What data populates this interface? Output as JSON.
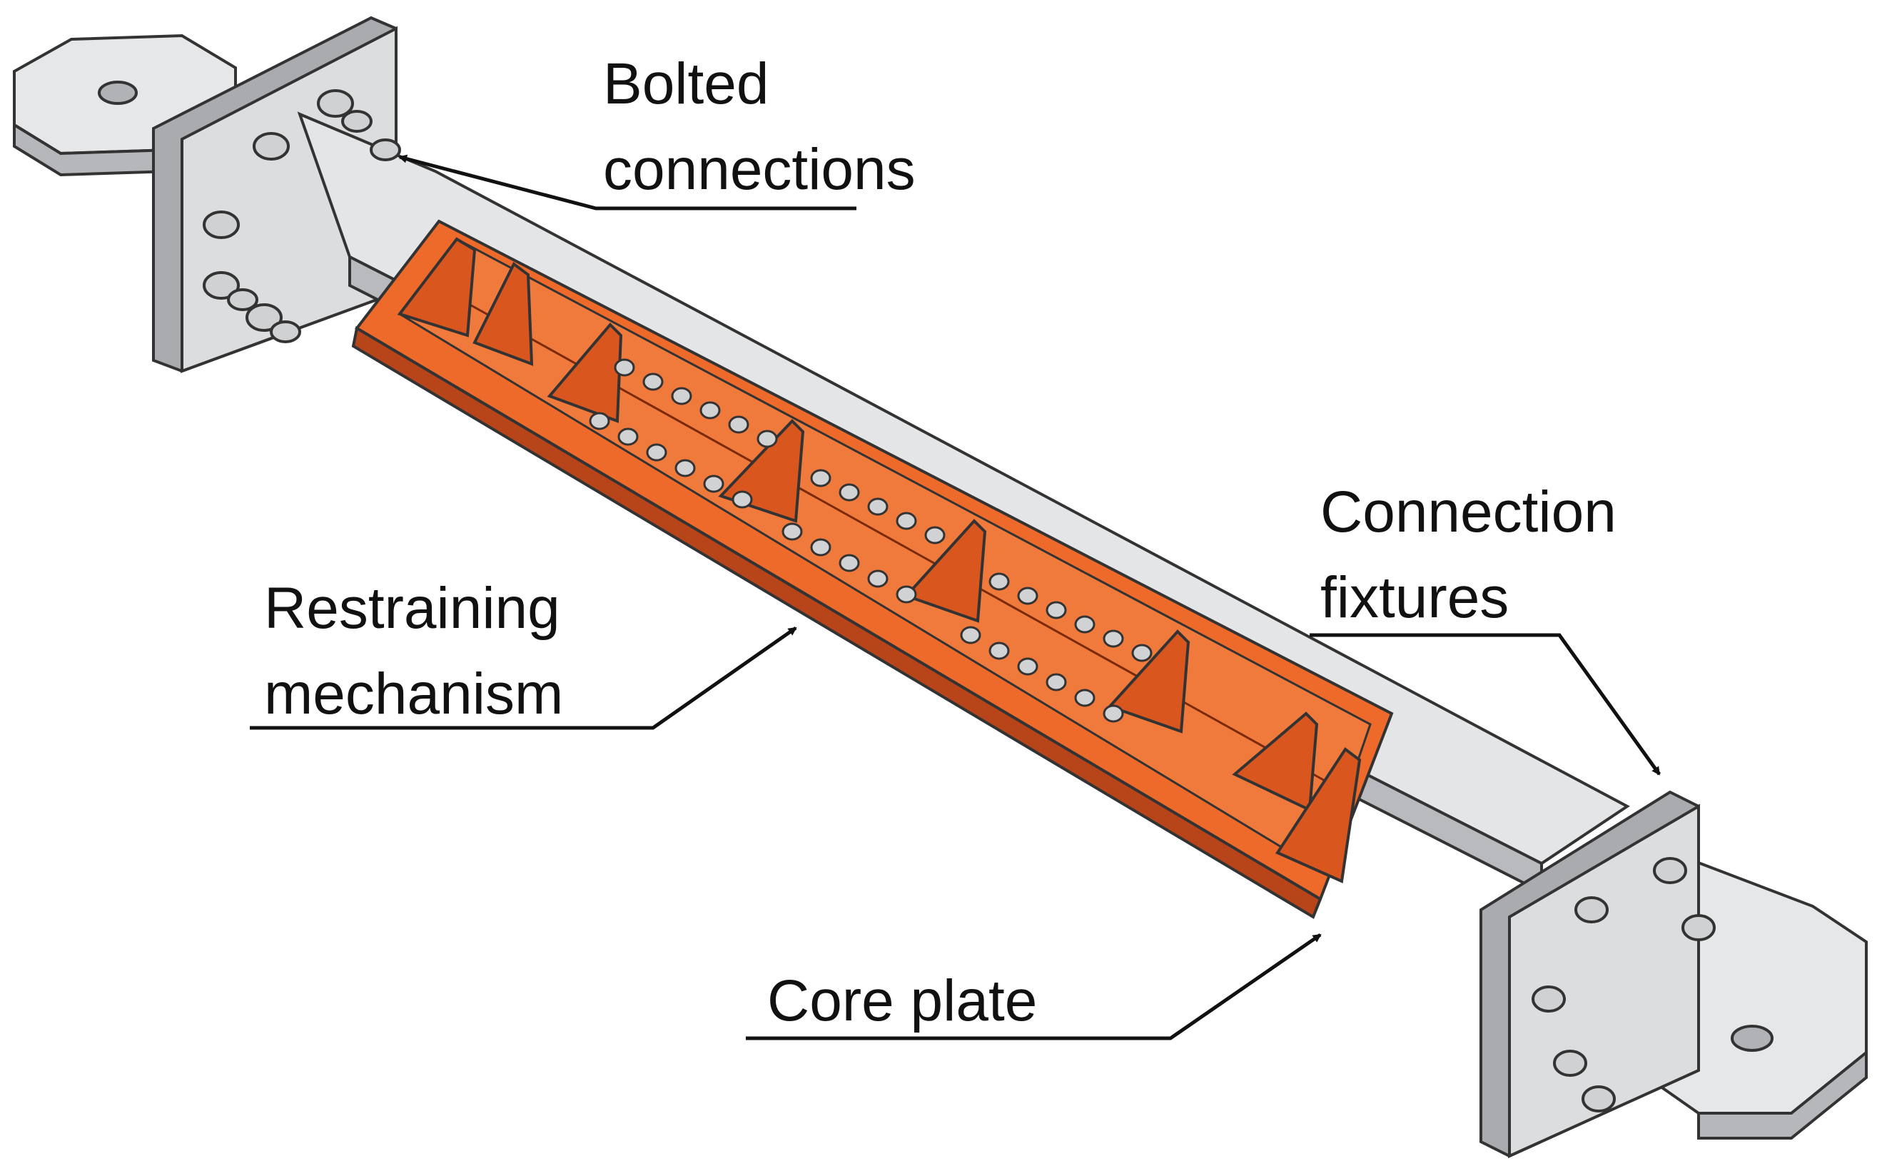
{
  "labels": {
    "bolted": [
      "Bolted",
      "connections"
    ],
    "restraining": [
      "Restraining",
      "mechanism"
    ],
    "fixtures": [
      "Connection",
      "fixtures"
    ],
    "core": "Core plate"
  },
  "colors": {
    "orange": "#ee6a2a",
    "orange_dark": "#b8451a",
    "orange_mid": "#d9571f",
    "steel": "#d9dadc",
    "steel_light": "#f0f0f0",
    "steel_dark": "#a9abae",
    "stroke": "#333333"
  },
  "illustration": {
    "stiffener_count": 8,
    "bolt_rows": 2,
    "bolt_groups": 3
  }
}
